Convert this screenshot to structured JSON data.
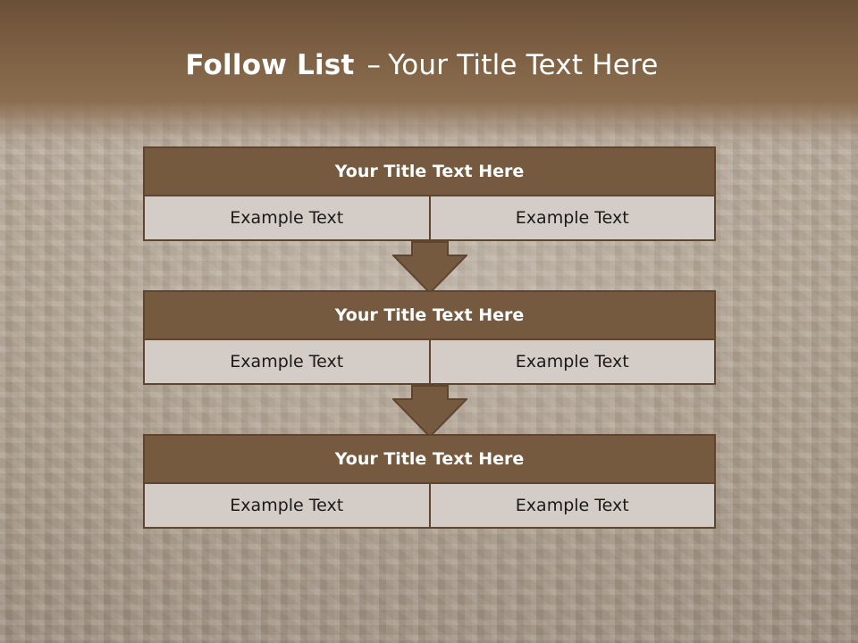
{
  "title": {
    "bold": "Follow List",
    "dash": "–",
    "rest": "Your Title Text Here"
  },
  "blocks": [
    {
      "title": "Your Title Text Here",
      "left": "Example Text",
      "right": "Example Text"
    },
    {
      "title": "Your Title Text Here",
      "left": "Example Text",
      "right": "Example Text"
    },
    {
      "title": "Your Title Text Here",
      "left": "Example Text",
      "right": "Example Text"
    }
  ],
  "colors": {
    "header": "#755a3f",
    "cell": "#d4cdc7",
    "border": "#5e4530"
  }
}
